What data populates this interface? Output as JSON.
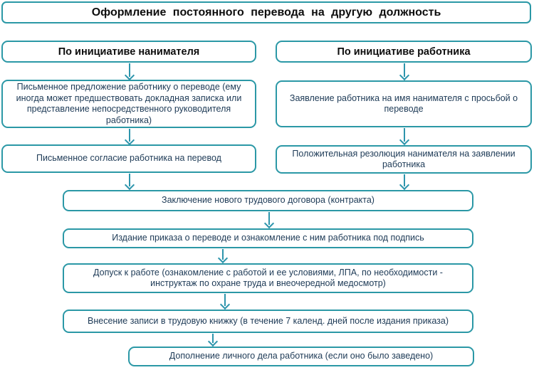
{
  "title": "Оформление  постоянного  перевода  на  другую  должность",
  "columns": {
    "left": {
      "header": "По инициативе нанимателя",
      "steps": [
        "Письменное предложение работнику о переводе (ему иногда может предшествовать докладная записка или представление непосредственного руководителя работника)",
        "Письменное согласие работника на перевод"
      ]
    },
    "right": {
      "header": "По инициативе работника",
      "steps": [
        "Заявление работника на имя нанимателя с просьбой о переводе",
        "Положительная резолюция нанимателя на заявлении работника"
      ]
    }
  },
  "common_steps": [
    "Заключение нового трудового договора (контракта)",
    "Издание приказа о переводе и ознакомление с ним работника под подпись",
    "Допуск к работе (ознакомление с работой и ее условиями, ЛПА, по необходимости - инструктаж  по охране труда и внеочередной медосмотр)",
    "Внесение записи в трудовую книжку  (в течение 7 календ. дней  после издания приказа)",
    "Дополнение личного дела работника (если оно было заведено)"
  ],
  "colors": {
    "box_border": "#2b98a6",
    "arrow": "#2d95ac",
    "heading_text": "#0d0d0d",
    "body_text": "#1d3a56",
    "background": "#ffffff"
  }
}
